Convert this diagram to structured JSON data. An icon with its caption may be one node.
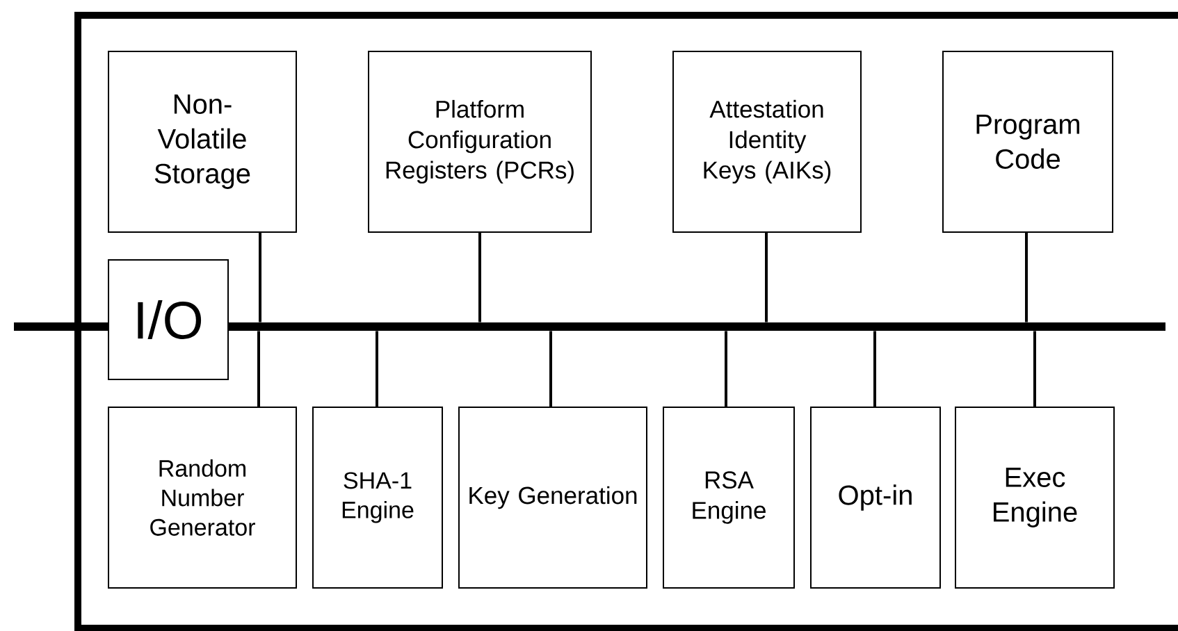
{
  "diagram": {
    "nodes": [
      {
        "text": [
          "Non-Volatile Storage"
        ]
      },
      {
        "text": [
          "Platform Configuration Registers (PCRs)"
        ]
      },
      {
        "text": [
          "Attestation Identity Keys (AIKs)"
        ]
      },
      {
        "text": [
          "Program Code"
        ]
      },
      {
        "text": [],
        "shape": "bar"
      },
      {
        "text": [
          "I/O"
        ]
      },
      {
        "text": [
          "Random Number Generator"
        ]
      },
      {
        "text": [
          "SHA-1 Engine"
        ]
      },
      {
        "text": [
          "Key Generation"
        ]
      },
      {
        "text": [
          "RSA Engine"
        ]
      },
      {
        "text": [
          "Opt-in"
        ]
      },
      {
        "text": [
          "Exec Engine"
        ]
      }
    ],
    "edges": [
      {
        "from": 0,
        "to": 4,
        "arrow": "none"
      },
      {
        "from": 1,
        "to": 4,
        "arrow": "none"
      },
      {
        "from": 2,
        "to": 4,
        "arrow": "none"
      },
      {
        "from": 3,
        "to": 4,
        "arrow": "none"
      },
      {
        "from": 6,
        "to": 4,
        "arrow": "none"
      },
      {
        "from": 7,
        "to": 4,
        "arrow": "none"
      },
      {
        "from": 8,
        "to": 4,
        "arrow": "none"
      },
      {
        "from": 9,
        "to": 4,
        "arrow": "none"
      },
      {
        "from": 10,
        "to": 4,
        "arrow": "none"
      },
      {
        "from": 11,
        "to": 4,
        "arrow": "none"
      }
    ]
  }
}
